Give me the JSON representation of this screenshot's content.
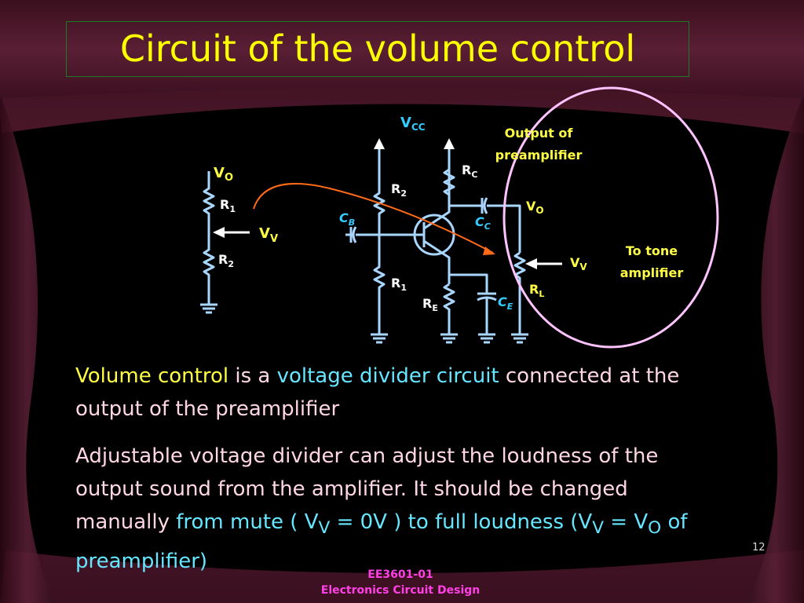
{
  "slide": {
    "title": "Circuit of the volume control",
    "page_number": "12",
    "footer": {
      "course": "EE3601-01",
      "subject": "Electronics Circuit Design"
    }
  },
  "circuit": {
    "vcc": {
      "main": "V",
      "sub": "CC"
    },
    "left": {
      "vo": {
        "main": "V",
        "sub": "O"
      },
      "r1": {
        "main": "R",
        "sub": "1"
      },
      "vv": {
        "main": "V",
        "sub": "V"
      },
      "r2": {
        "main": "R",
        "sub": "2"
      }
    },
    "amp": {
      "r2": {
        "main": "R",
        "sub": "2"
      },
      "r1": {
        "main": "R",
        "sub": "1"
      },
      "rc": {
        "main": "R",
        "sub": "C"
      },
      "re": {
        "main": "R",
        "sub": "E"
      },
      "cb": {
        "main": "C",
        "sub": "B"
      },
      "cc": {
        "main": "C",
        "sub": "C"
      },
      "ce": {
        "main": "C",
        "sub": "E"
      },
      "vo": {
        "main": "V",
        "sub": "O"
      },
      "rl": {
        "main": "R",
        "sub": "L"
      },
      "vv": {
        "main": "V",
        "sub": "V"
      }
    },
    "notes": {
      "output_line1": "Output of",
      "output_line2": "preamplifier",
      "tone_line1": "To tone",
      "tone_line2": "amplifier"
    }
  },
  "text": {
    "p1": {
      "a": "Volume control",
      "b": " is a ",
      "c": "voltage divider circuit",
      "d": " connected at the output of the preamplifier"
    },
    "p2": {
      "a": "Adjustable voltage divider can adjust the loudness of the output sound from the amplifier. It should be changed manually ",
      "b": "from mute ( V",
      "b_sub": "V",
      "c": " = 0V ) to full loudness (V",
      "c_sub": "V",
      "d": " = V",
      "d_sub": "O",
      "e": " of preamplifier)"
    }
  },
  "colors": {
    "title": "#ffff00",
    "wire": "#a9d6ff",
    "label_yellow": "#ffff44",
    "label_cyan": "#33ccff",
    "highlight_circle": "#ffc4ff",
    "pointer_arrow": "#ff6a1a",
    "footer": "#ff40e6"
  }
}
